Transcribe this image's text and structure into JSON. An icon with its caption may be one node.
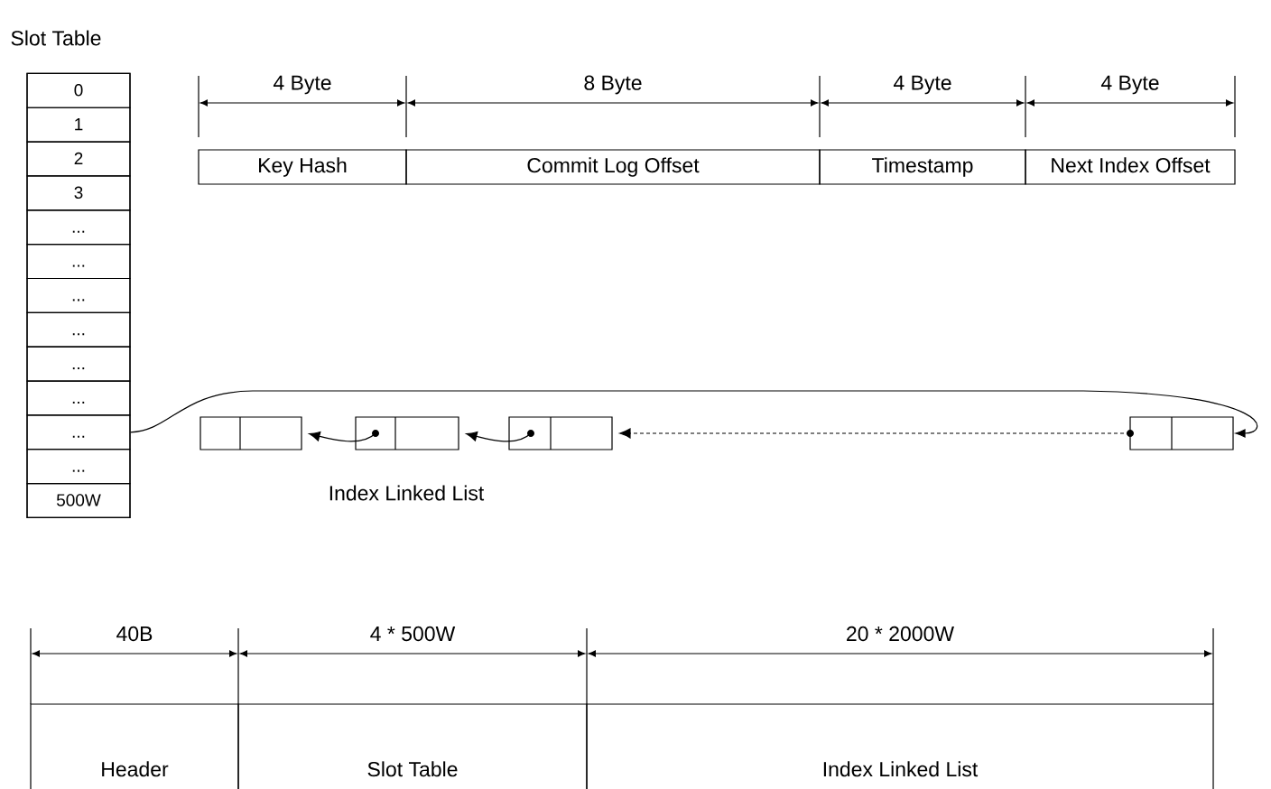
{
  "diagram": {
    "nodes": [
      {
        "text": [
          "Slot Table"
        ]
      },
      {
        "text": [
          "0"
        ],
        "in": 0
      },
      {
        "text": [
          "1"
        ],
        "in": 0
      },
      {
        "text": [
          "2"
        ],
        "in": 0
      },
      {
        "text": [
          "3"
        ],
        "in": 0
      },
      {
        "text": [
          "..."
        ],
        "in": 0
      },
      {
        "text": [
          "..."
        ],
        "in": 0
      },
      {
        "text": [
          "..."
        ],
        "in": 0
      },
      {
        "text": [
          "..."
        ],
        "in": 0
      },
      {
        "text": [
          "..."
        ],
        "in": 0
      },
      {
        "text": [
          "..."
        ],
        "in": 0
      },
      {
        "text": [
          "..."
        ],
        "in": 0
      },
      {
        "text": [
          "..."
        ],
        "in": 0
      },
      {
        "text": [
          "500W"
        ],
        "in": 0
      },
      {
        "text": [
          "Key Hash"
        ]
      },
      {
        "text": [
          "Commit Log Offset"
        ]
      },
      {
        "text": [
          "Timestamp"
        ]
      },
      {
        "text": [
          "Next Index Offset"
        ]
      },
      {
        "text": [],
        "shape": "box"
      },
      {
        "text": [],
        "shape": "box"
      },
      {
        "text": [],
        "shape": "box"
      },
      {
        "text": [],
        "shape": "box"
      },
      {
        "text": [
          "Header"
        ]
      },
      {
        "text": [
          "Slot Table"
        ]
      },
      {
        "text": [
          "Index Linked List"
        ]
      }
    ],
    "edges": [
      {
        "from": 11,
        "to": 21,
        "arrow": "to"
      },
      {
        "from": 21,
        "to": 20,
        "arrow": "to",
        "style": "dashed"
      },
      {
        "from": 20,
        "to": 19,
        "arrow": "to"
      },
      {
        "from": 19,
        "to": 18,
        "arrow": "to"
      }
    ],
    "labels": [
      "4 Byte",
      "8 Byte",
      "4 Byte",
      "4 Byte",
      "Index Linked List",
      "40B",
      "4 * 500W",
      "20 * 2000W"
    ]
  }
}
